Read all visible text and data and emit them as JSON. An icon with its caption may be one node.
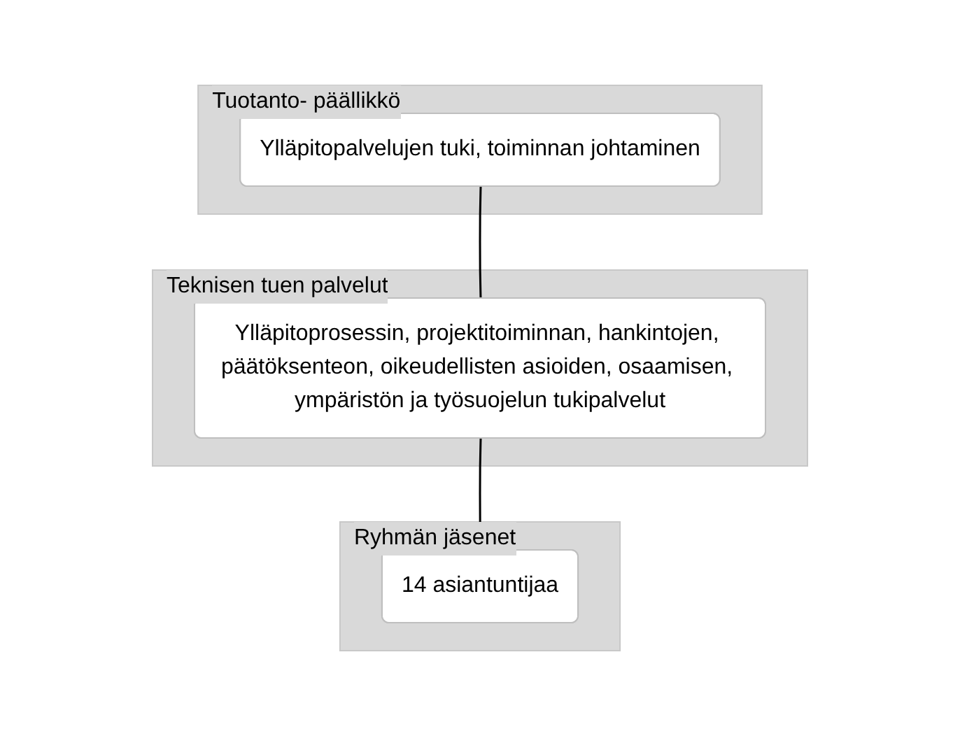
{
  "diagram": {
    "nodes": [
      {
        "text": [
          "Tuotanto- päällikkö"
        ]
      },
      {
        "text": [
          "Ylläpitopalvelujen tuki, toiminnan johtaminen"
        ],
        "in": 0
      },
      {
        "text": [
          "Teknisen tuen palvelut"
        ]
      },
      {
        "text": [
          "Ylläpitoprosessin, projektitoiminnan, hankintojen, päätöksenteon, oikeudellisten asioiden, osaamisen, ympäristön ja työsuojelun tukipalvelut"
        ],
        "in": 2
      },
      {
        "text": [
          "Ryhmän jäsenet"
        ]
      },
      {
        "text": [
          "14 asiantuntijaa"
        ],
        "in": 4
      }
    ],
    "edges": [
      {
        "from": 1,
        "to": 3,
        "arrow": "none"
      },
      {
        "from": 3,
        "to": 5,
        "arrow": "none"
      }
    ]
  }
}
